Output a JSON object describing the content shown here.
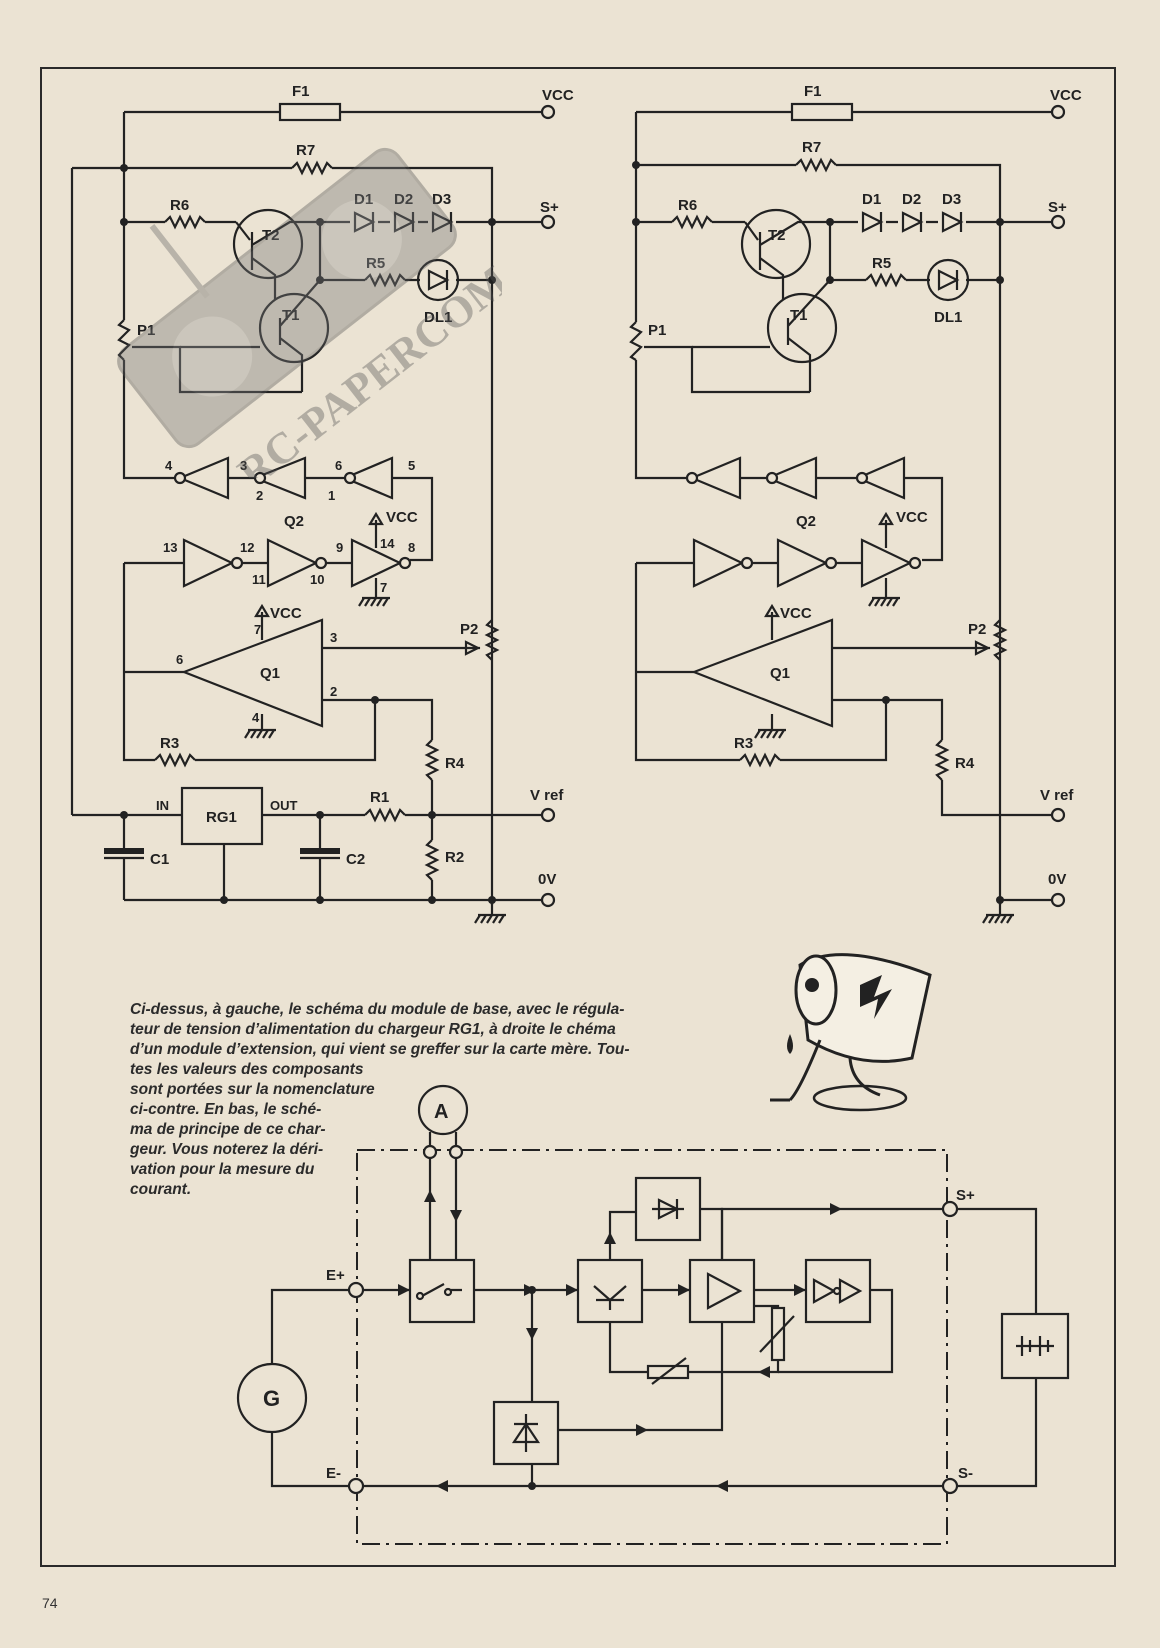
{
  "caption": {
    "line1": "Ci-dessus, à gauche, le schéma du module de base, avec le régula-",
    "line2": "teur de tension d’alimentation du chargeur RG1, à droite le chéma",
    "line3": "d’un module d’extension, qui vient se greffer sur la carte mère. Tou-",
    "line4": "tes les valeurs des composants",
    "line5": "sont portées sur la nomenclature",
    "line6": "ci-contre. En bas, le sché-",
    "line7": "ma de principe de ce char-",
    "line8": "geur. Vous noterez la déri-",
    "line9": "vation pour la mesure du",
    "line10": "courant."
  },
  "watermark": "RC-PAPERCOM",
  "page_number": "74",
  "left_schematic": {
    "labels": {
      "f1": "F1",
      "vcc": "VCC",
      "r7": "R7",
      "r6": "R6",
      "t2": "T2",
      "d1": "D1",
      "d2": "D2",
      "d3": "D3",
      "s_plus": "S+",
      "r5": "R5",
      "dl1": "DL1",
      "t1": "T1",
      "p1": "P1",
      "q2": "Q2",
      "q1": "Q1",
      "vcc_q2": "VCC",
      "vcc_q1": "VCC",
      "p2": "P2",
      "r3": "R3",
      "r4": "R4",
      "v_ref": "V ref",
      "in": "IN",
      "rg1": "RG1",
      "out": "OUT",
      "r1": "R1",
      "c1": "C1",
      "c2": "C2",
      "r2": "R2",
      "zero_v": "0V",
      "pins": [
        "4",
        "3",
        "2",
        "6",
        "1",
        "5",
        "13",
        "12",
        "11",
        "9",
        "10",
        "14",
        "8",
        "7",
        "7",
        "3",
        "6",
        "2",
        "4"
      ]
    }
  },
  "right_schematic": {
    "labels": {
      "f1": "F1",
      "vcc": "VCC",
      "r7": "R7",
      "r6": "R6",
      "t2": "T2",
      "d1": "D1",
      "d2": "D2",
      "d3": "D3",
      "s_plus": "S+",
      "r5": "R5",
      "dl1": "DL1",
      "t1": "T1",
      "p1": "P1",
      "q2": "Q2",
      "q1": "Q1",
      "vcc_q2": "VCC",
      "vcc_q1": "VCC",
      "p2": "P2",
      "r3": "R3",
      "r4": "R4",
      "v_ref": "V ref",
      "zero_v": "0V"
    }
  },
  "block_diagram": {
    "ammeter": "A",
    "generator": "G",
    "e_plus": "E+",
    "e_minus": "E-",
    "s_plus": "S+",
    "s_minus": "S-"
  }
}
